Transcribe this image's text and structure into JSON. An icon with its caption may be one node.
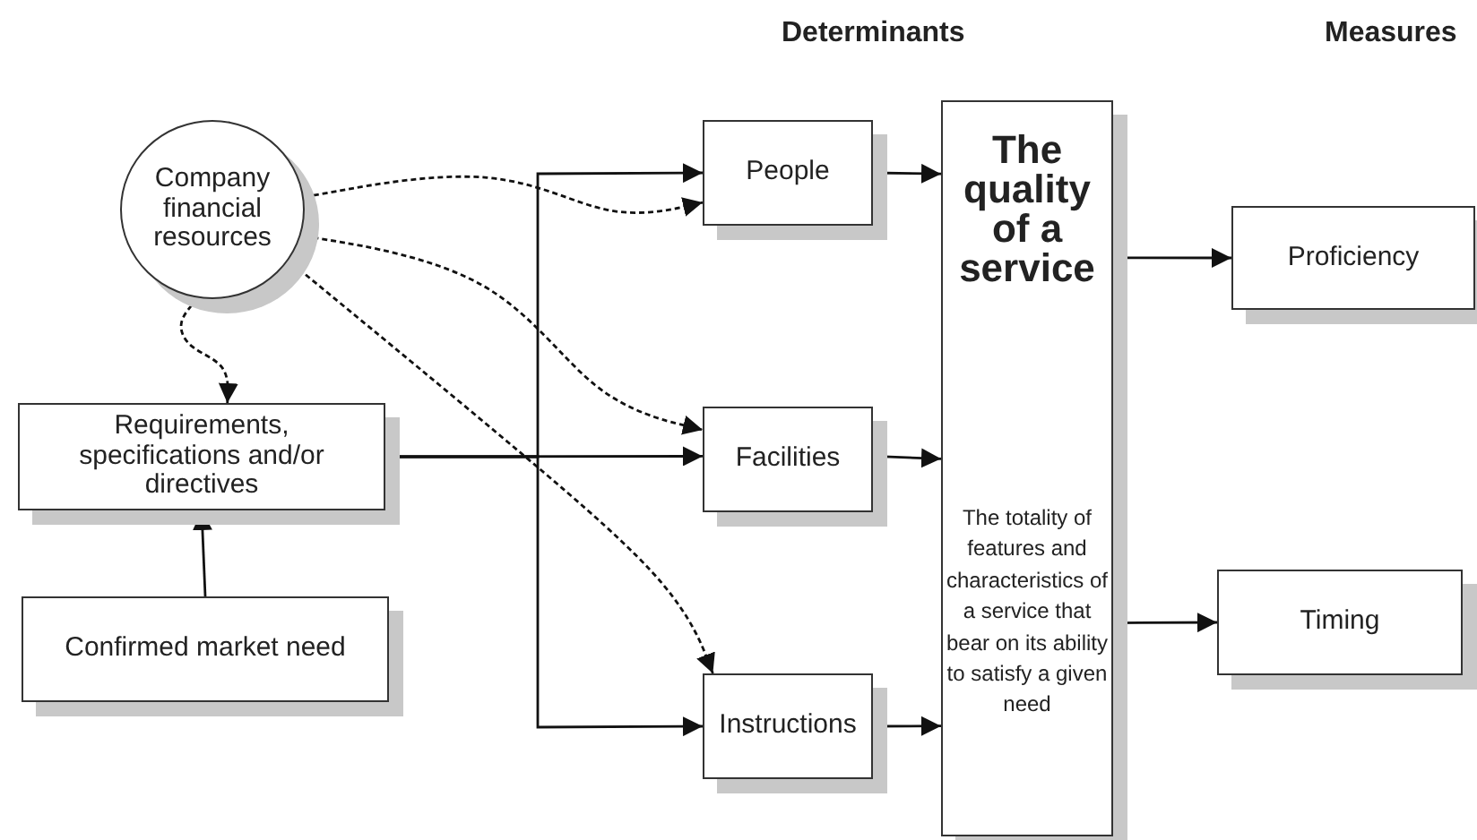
{
  "diagram": {
    "nodes": [
      {
        "text": [
          "Company financial resources"
        ]
      },
      {
        "text": [
          "Requirements, specifications and/or directives"
        ]
      },
      {
        "text": [
          "Confirmed market need"
        ]
      },
      {
        "text": [
          "People"
        ]
      },
      {
        "text": [
          "Facilities"
        ]
      },
      {
        "text": [
          "Instructions"
        ]
      },
      {
        "text": [
          "The quality of a service",
          "The totality of features and characteristics of a service that bear on its ability to satisfy a given need"
        ]
      },
      {
        "text": [
          "Proficiency"
        ]
      },
      {
        "text": [
          "Timing"
        ]
      }
    ],
    "edges": [
      {
        "from": 2,
        "to": 1,
        "arrow": "to"
      },
      {
        "from": 1,
        "to": 3,
        "arrow": "to"
      },
      {
        "from": 1,
        "to": 4,
        "arrow": "to"
      },
      {
        "from": 1,
        "to": 5,
        "arrow": "to"
      },
      {
        "from": 0,
        "to": 1,
        "arrow": "to",
        "style": "dashed"
      },
      {
        "from": 0,
        "to": 3,
        "arrow": "to",
        "style": "dashed"
      },
      {
        "from": 0,
        "to": 4,
        "arrow": "both",
        "style": "dashed"
      },
      {
        "from": 0,
        "to": 5,
        "arrow": "to",
        "style": "dashed"
      },
      {
        "from": 3,
        "to": 6,
        "arrow": "to"
      },
      {
        "from": 4,
        "to": 6,
        "arrow": "to"
      },
      {
        "from": 5,
        "to": 6,
        "arrow": "to"
      },
      {
        "from": 6,
        "to": 7,
        "arrow": "to"
      },
      {
        "from": 6,
        "to": 8,
        "arrow": "to"
      }
    ],
    "labels": [
      "Determinants",
      "Measures"
    ]
  }
}
